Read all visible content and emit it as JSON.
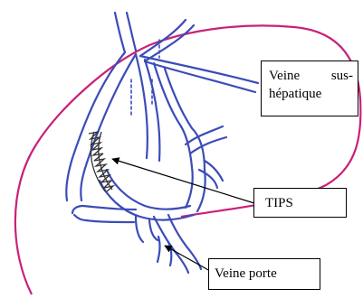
{
  "colors": {
    "vessel": "#3c4cb8",
    "liver_outline": "#c8217a",
    "stent": "#333333",
    "arrow": "#000000"
  },
  "labels": {
    "veine_sus_hepatique_line1": "Veine sus-",
    "veine_sus_hepatique_line2": "hépatique",
    "tips": "TIPS",
    "veine_porte": "Veine porte"
  }
}
